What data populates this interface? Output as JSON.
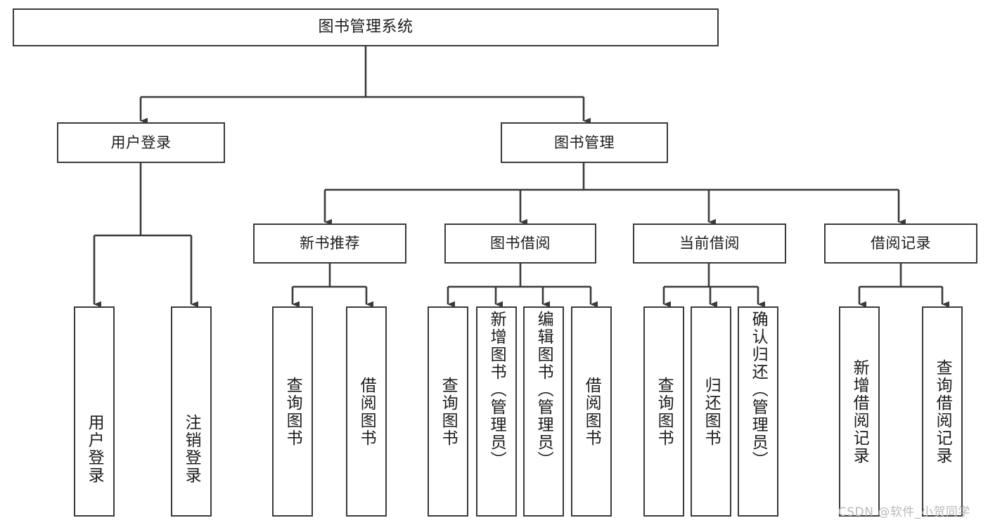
{
  "diagram": {
    "title": "图书管理系统",
    "watermark": "CSDN @软件_小贺同学",
    "stroke_color": "#3a3a3a",
    "text_color": "#1c1c1c",
    "background": "#ffffff",
    "watermark_color": "#b9b9b9"
  },
  "nodes": {
    "root": "图书管理系统",
    "l1": {
      "user_login": "用户登录",
      "book_manage": "图书管理"
    },
    "l2": {
      "new_book_rec": "新书推荐",
      "book_borrow": "图书借阅",
      "current_borrow": "当前借阅",
      "borrow_record": "借阅记录"
    },
    "leaves": {
      "user_login_1": "用户登录",
      "user_login_2": "注销登录",
      "new_book_1": "查询图书",
      "new_book_2": "借阅图书",
      "borrow_1": "查询图书",
      "borrow_2": "新增图书（管理员）",
      "borrow_3": "编辑图书（管理员）",
      "borrow_4": "借阅图书",
      "current_1": "查询图书",
      "current_2": "归还图书",
      "current_3": "确认归还（管理员）",
      "record_1": "新增借阅记录",
      "record_2": "查询借阅记录"
    }
  },
  "chart_data": {
    "type": "tree-diagram",
    "title": "图书管理系统",
    "orientation": "top-down",
    "levels": 4,
    "tree": {
      "label": "图书管理系统",
      "children": [
        {
          "label": "用户登录",
          "children": [
            {
              "label": "用户登录",
              "children": []
            },
            {
              "label": "注销登录",
              "children": []
            }
          ]
        },
        {
          "label": "图书管理",
          "children": [
            {
              "label": "新书推荐",
              "children": [
                {
                  "label": "查询图书",
                  "children": []
                },
                {
                  "label": "借阅图书",
                  "children": []
                }
              ]
            },
            {
              "label": "图书借阅",
              "children": [
                {
                  "label": "查询图书",
                  "children": []
                },
                {
                  "label": "新增图书（管理员）",
                  "children": []
                },
                {
                  "label": "编辑图书（管理员）",
                  "children": []
                },
                {
                  "label": "借阅图书",
                  "children": []
                }
              ]
            },
            {
              "label": "当前借阅",
              "children": [
                {
                  "label": "查询图书",
                  "children": []
                },
                {
                  "label": "归还图书",
                  "children": []
                },
                {
                  "label": "确认归还（管理员）",
                  "children": []
                }
              ]
            },
            {
              "label": "借阅记录",
              "children": [
                {
                  "label": "新增借阅记录",
                  "children": []
                },
                {
                  "label": "查询借阅记录",
                  "children": []
                }
              ]
            }
          ]
        }
      ]
    }
  }
}
